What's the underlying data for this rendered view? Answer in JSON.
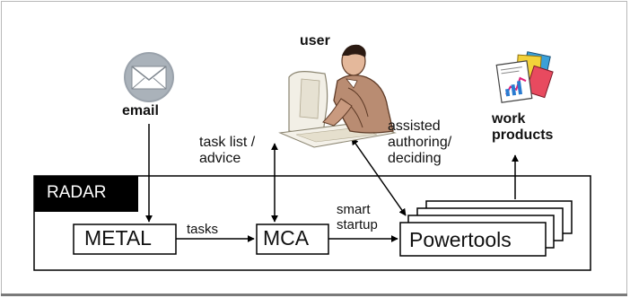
{
  "diagram": {
    "user_label": "user",
    "email_label": "email",
    "task_list_label": "task list /\nadvice",
    "assisted_label": "assisted\nauthoring/\ndeciding",
    "work_products_label": "work\nproducts",
    "radar_label": "RADAR",
    "metal_label": "METAL",
    "tasks_label": "tasks",
    "mca_label": "MCA",
    "smart_startup_label": "smart\nstartup",
    "powertools_label": "Powertools"
  }
}
